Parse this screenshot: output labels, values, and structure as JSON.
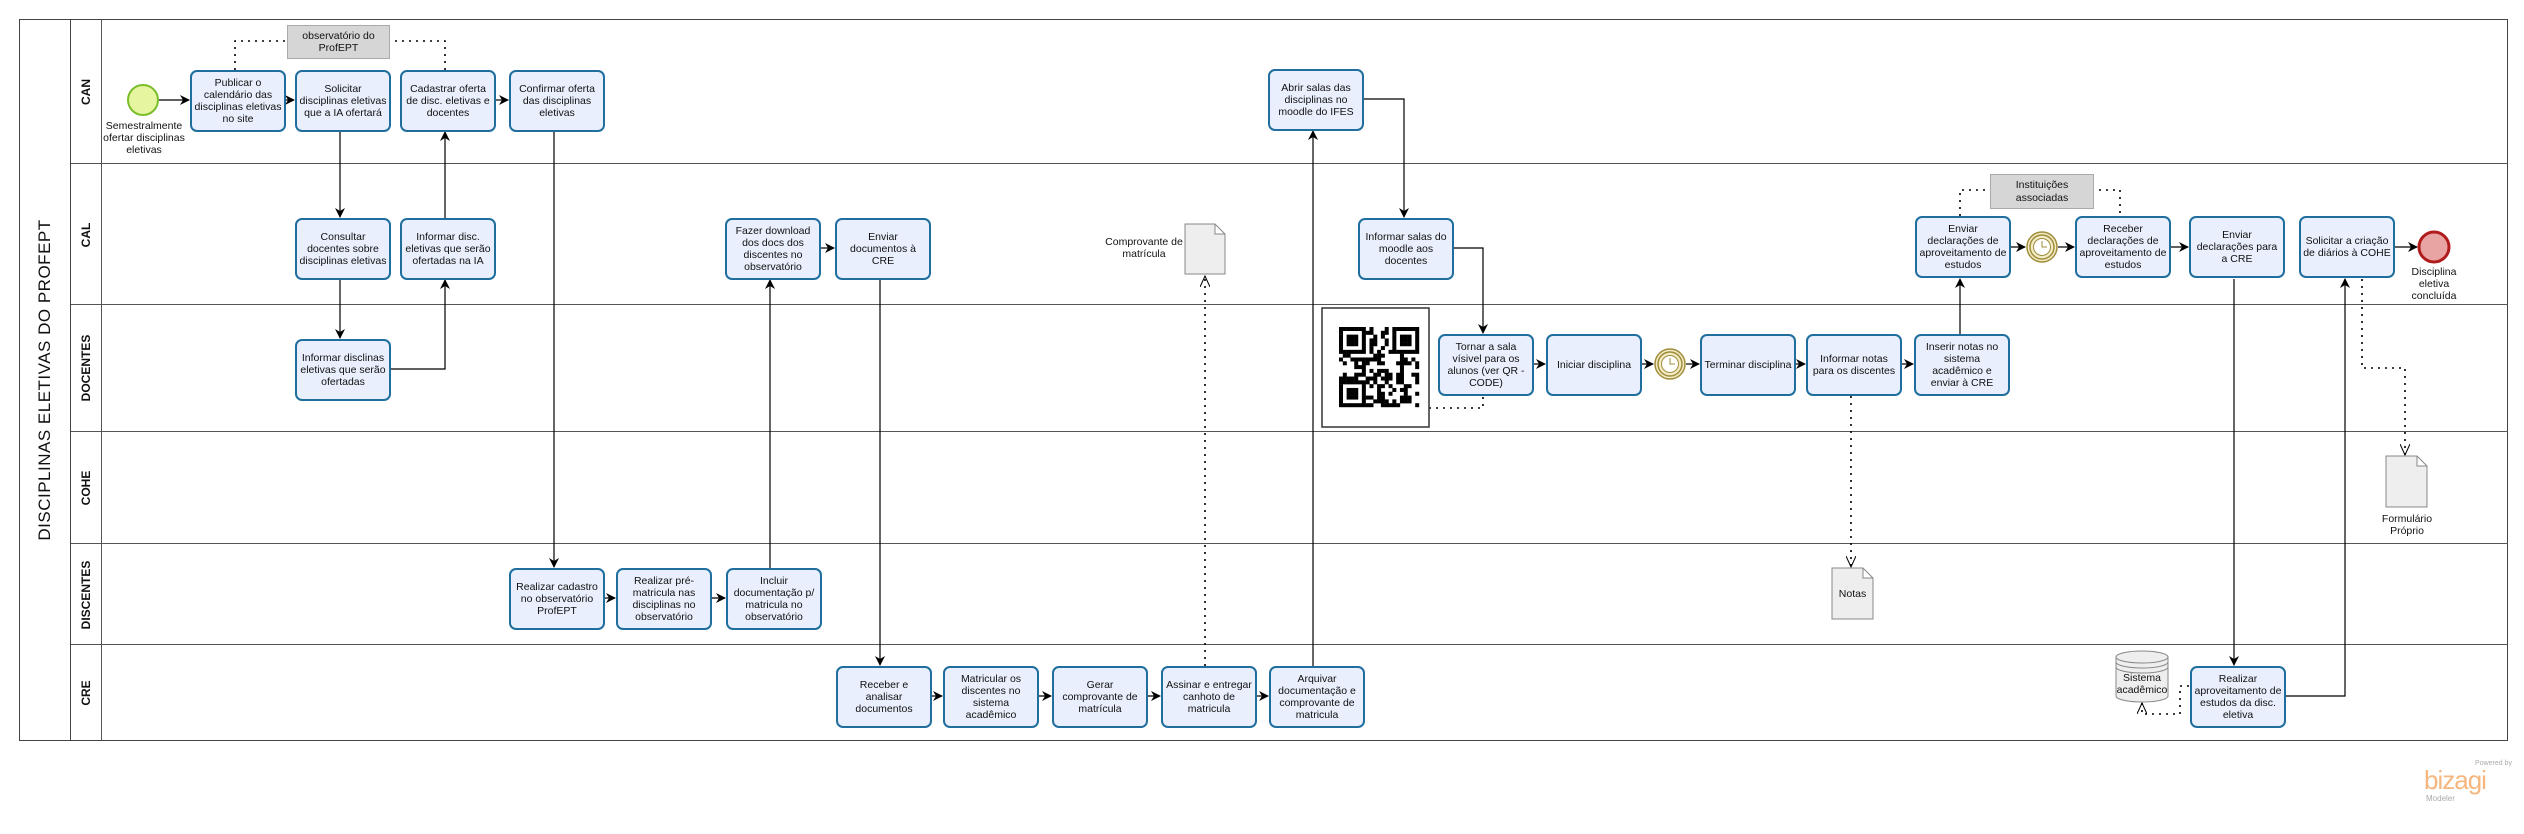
{
  "pool": {
    "title": "DISCIPLINAS ELETIVAS DO PROFEPT"
  },
  "lanes": [
    "CAN",
    "CAL",
    "DOCENTES",
    "COHE",
    "DISCENTES",
    "CRE"
  ],
  "events": {
    "start": "Semestralmente ofertar disciplinas eletivas",
    "end": "Disciplina eletiva concluída"
  },
  "tasks": [
    "Publicar o calendário das disciplinas eletivas no site",
    "Solicitar disciplinas eletivas que a IA ofertará",
    "Cadastrar oferta de disc. eletivas e docentes",
    "Confirmar oferta das disciplinas eletivas",
    "Abrir salas das disciplinas no moodle do IFES",
    "Consultar docentes sobre disciplinas eletivas",
    "Informar disc. eletivas que serão ofertadas na IA",
    "Fazer download dos docs dos discentes no observatório",
    "Enviar documentos à CRE",
    "Informar salas do moodle aos docentes",
    "Enviar declarações de aproveitamento de estudos",
    "Receber declarações de aproveitamento de estudos",
    "Enviar declarações para a CRE",
    "Solicitar a criação de diários à COHE",
    "Informar disclinas eletivas que serão ofertadas",
    "Tornar a sala vísivel para os alunos (ver QR -CODE)",
    "Iniciar disciplina",
    "Terminar disciplina",
    "Informar notas para os discentes",
    "Inserir notas no sistema acadêmico e enviar à CRE",
    "Realizar cadastro no observatório ProfEPT",
    "Realizar pré-matricula nas disciplinas no observatório",
    "Incluir documentação p/ matricula no observatório",
    "Receber e analisar documentos",
    "Matricular os discentes no sistema acadêmico",
    "Gerar comprovante de matrícula",
    "Assinar e entregar canhoto de matricula",
    "Arquivar documentação e comprovante de matricula",
    "Realizar aproveitamento de estudos da disc. eletiva"
  ],
  "annotations": {
    "observatorio": "observatório do ProfEPT",
    "instituicoes": "Instituições associadas"
  },
  "artifacts": {
    "comprovante": "Comprovante de matrícula",
    "notas": "Notas",
    "formulario": "Formulário Próprio",
    "sistema": "Sistema acadêmico"
  },
  "branding": {
    "powered": "Powered by",
    "name": "bizagi",
    "product": "Modeler"
  },
  "colors": {
    "task_fill": "#e9effd",
    "task_border": "#1f6e9e",
    "start": "#e6f5a0",
    "end": "#e8a3a3",
    "timer": "#f2ebc4"
  }
}
